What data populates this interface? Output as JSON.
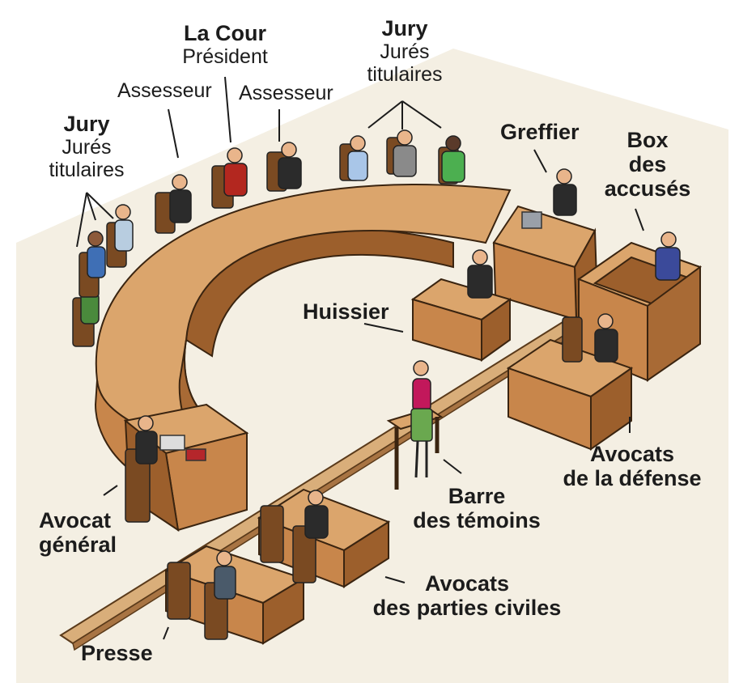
{
  "labels": {
    "la_cour": "La Cour",
    "president": "Président",
    "assesseur_left": "Assesseur",
    "assesseur_right": "Assesseur",
    "jury_top_title": "Jury",
    "jury_top_line1": "Jurés",
    "jury_top_line2": "titulaires",
    "jury_left_title": "Jury",
    "jury_left_line1": "Jurés",
    "jury_left_line2": "titulaires",
    "greffier": "Greffier",
    "box_line1": "Box",
    "box_line2": "des",
    "box_line3": "accusés",
    "huissier": "Huissier",
    "avocat_general_line1": "Avocat",
    "avocat_general_line2": "général",
    "barre_line1": "Barre",
    "barre_line2": "des témoins",
    "defense_line1": "Avocats",
    "defense_line2": "de la défense",
    "civiles_line1": "Avocats",
    "civiles_line2": "des parties civiles",
    "presse": "Presse"
  },
  "colors": {
    "wood": "#c8864b",
    "wood_dark": "#9c5f2c",
    "wood_light": "#dba56c",
    "floor": "#f4efe3",
    "rail": "#d9ae7a",
    "robe": "#2b2b2b",
    "president_robe": "#b3271f"
  }
}
